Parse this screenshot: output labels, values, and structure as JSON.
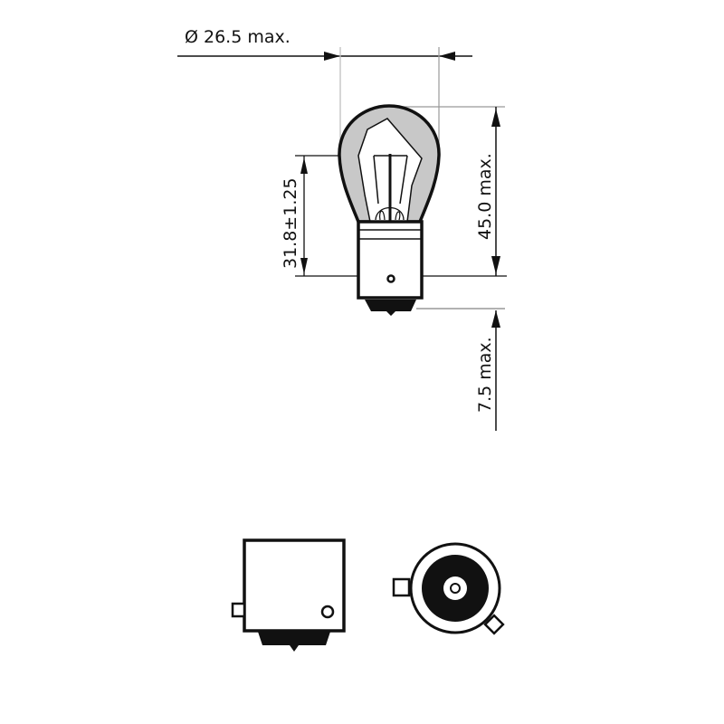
{
  "diagram": {
    "subject": "Automotive bulb BA15s/BAU15s technical dimension drawing",
    "dimensions": {
      "diameter": "Ø 26.5 max.",
      "overall_height": "45.0 max.",
      "light_center": "31.8±1.25",
      "base_length": "7.5 max."
    },
    "views": [
      {
        "name": "side-view",
        "description": "Bulb glass with filament, base with pin"
      },
      {
        "name": "base-side-view",
        "description": "Cap side view with pin and contact"
      },
      {
        "name": "base-bottom-view",
        "description": "Bottom view with contact and two offset pins"
      }
    ],
    "colors": {
      "line": "#111111",
      "glass_fill": "#c8c8c8",
      "extension_line": "#b0b0b0",
      "background": "#ffffff"
    }
  }
}
